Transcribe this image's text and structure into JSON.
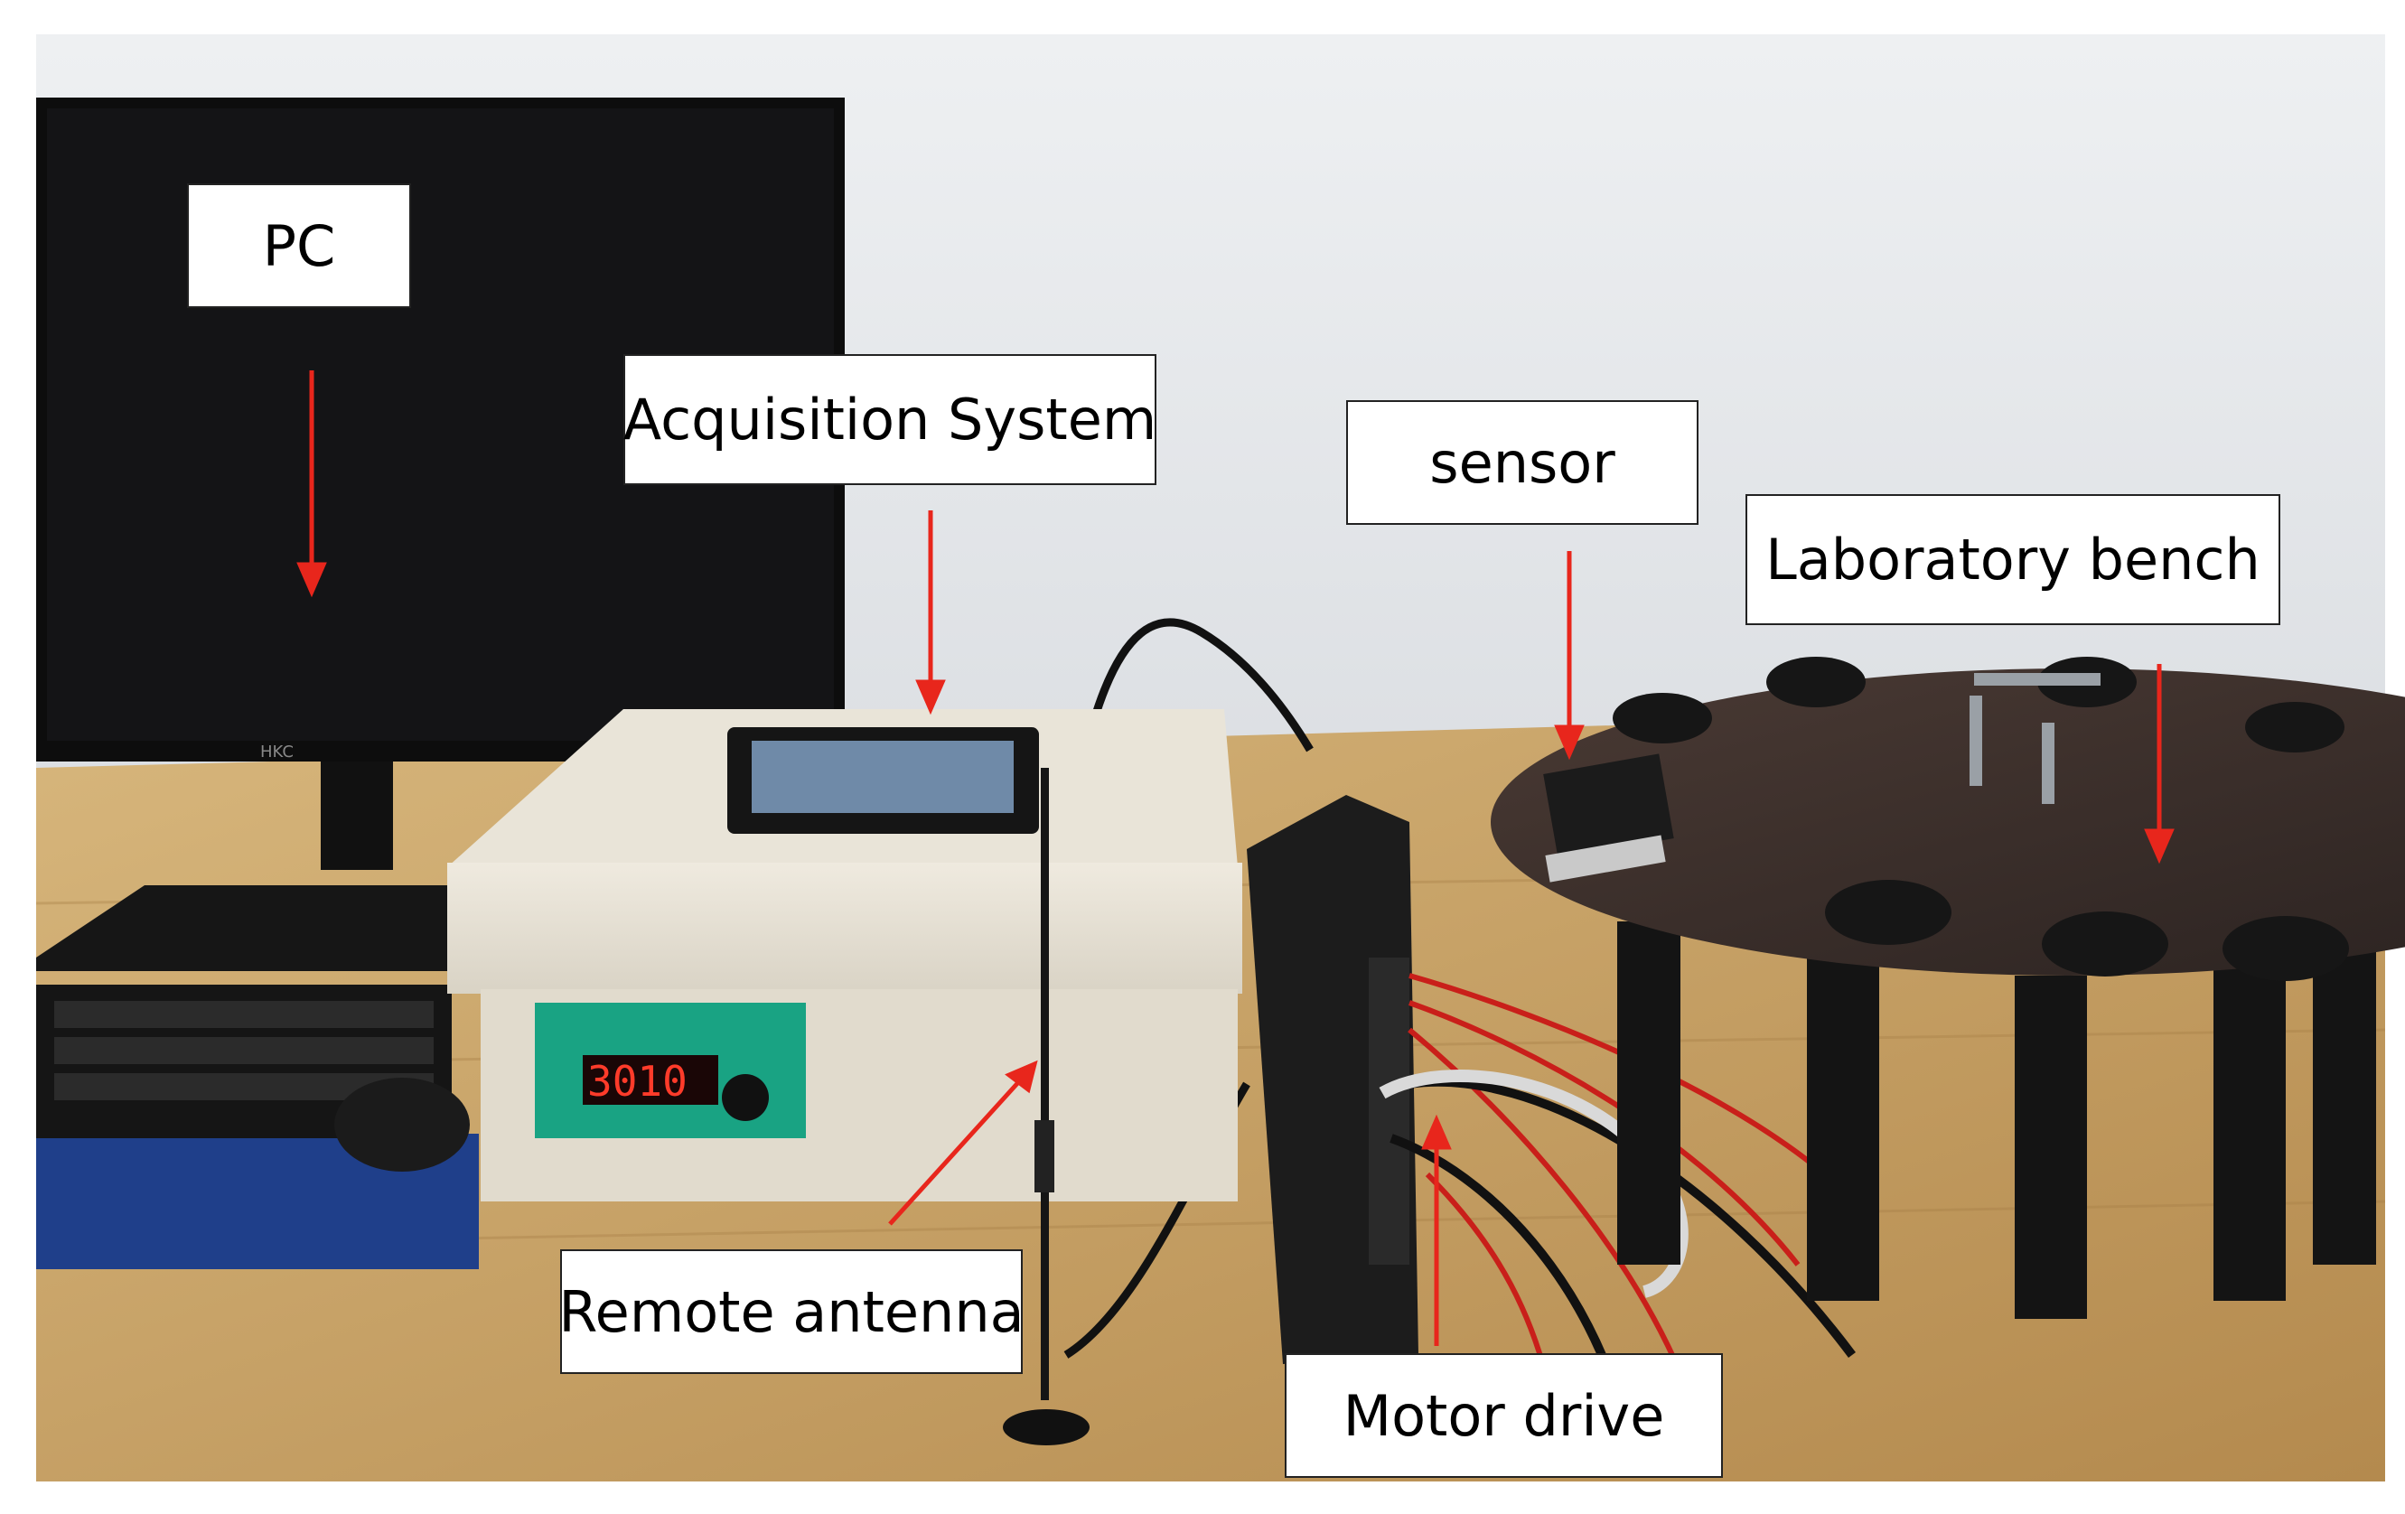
{
  "labels": {
    "pc": "PC",
    "acquisition_system": "Acquisition System",
    "sensor": "sensor",
    "laboratory_bench": "Laboratory bench",
    "remote_antenna": "Remote antenna",
    "motor_drive": "Motor drive"
  },
  "photo_text": {
    "monitor_brand": "HKC",
    "display_readout": "3010"
  },
  "colors": {
    "arrow": "#e8261c",
    "wall": "#e9ebee",
    "desk": "#c9a56a",
    "panel": "#19a383"
  }
}
